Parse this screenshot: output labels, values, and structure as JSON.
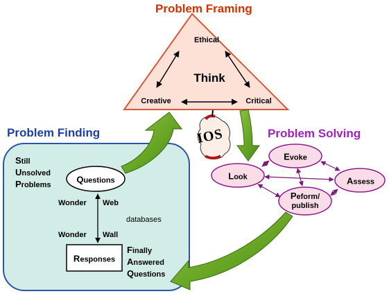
{
  "framing": {
    "title": "Problem Framing",
    "ethical": "Ethical",
    "think": "Think",
    "creative": "Creative",
    "critical": "Critical",
    "title_color": "#cc3300",
    "fill": "#fde1d7",
    "stroke": "#d25a3a"
  },
  "finding": {
    "title": "Problem Finding",
    "title_color": "#1f3fa8",
    "fill": "#d2ece8",
    "stroke": "#2a55a8",
    "still_first": "S",
    "still_rest": "till",
    "unsolved_first": "U",
    "unsolved_rest": "nsolved",
    "problems_first": "P",
    "problems_rest": "roblems",
    "questions_first": "Q",
    "questions_rest": "uestions",
    "wonder_web_left": "Wonder",
    "wonder_web_right": "Web",
    "databases": "databases",
    "wonder_wall_left": "Wonder",
    "wonder_wall_right": "Wall",
    "responses_first": "R",
    "responses_rest": "esponses",
    "finally_first": "F",
    "finally_rest": "inally",
    "answered_first": "A",
    "answered_rest": "nswered",
    "fquestions_first": "Q",
    "fquestions_rest": "uestions"
  },
  "center": {
    "logo_text": "IOS",
    "logo_icon": "apple-core-icon"
  },
  "solving": {
    "title": "Problem Solving",
    "title_color": "#a020c0",
    "node_fill": "#f9dce8",
    "node_stroke": "#8a1a8a",
    "look_first": "L",
    "look_rest": "ook",
    "evoke_first": "E",
    "evoke_rest": "voke",
    "assess_first": "A",
    "assess_rest": "ssess",
    "perform_first": "P",
    "perform_rest": "eform/",
    "perform_line2": "publish"
  },
  "arrow_color": "#5a9a10"
}
